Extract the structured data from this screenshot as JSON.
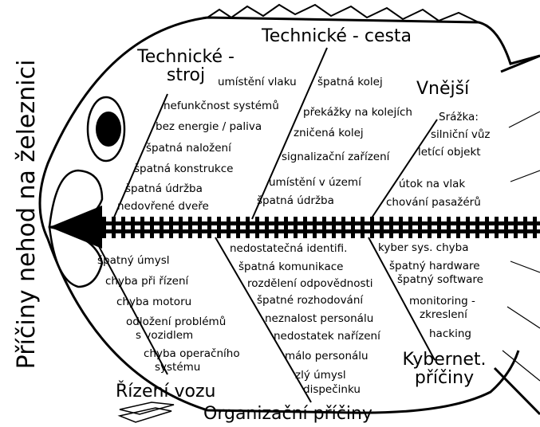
{
  "title": "Příčiny nehod na železnici",
  "categories": {
    "technical_machine": {
      "label_line1": "Technické -",
      "label_line2": "stroj",
      "causes": [
        "nefunkčnost systémů",
        "bez energie / paliva",
        "špatná naložení",
        "špatná konstrukce",
        "špatná údržba",
        "nedovřené dveře"
      ]
    },
    "technical_track": {
      "label": "Technické - cesta",
      "causes": [
        "umístění vlaku",
        "špatná kolej",
        "překážky na kolejích",
        "zničená kolej",
        "signalizační zařízení",
        "umístění v území",
        "špatná údržba"
      ]
    },
    "external": {
      "label": "Vnější",
      "causes": [
        "Srážka:",
        "silniční vůz",
        "letící objekt",
        "útok na vlak",
        "chování pasažérů"
      ]
    },
    "vehicle_control": {
      "label": "Řízení vozu",
      "causes": [
        "špatný úmysl",
        "chyba při řízení",
        "chyba motoru",
        "odložení problémů",
        "s vozidlem",
        "chyba operačního",
        "systému"
      ]
    },
    "organizational": {
      "label": "Organizační příčiny",
      "causes": [
        "nedostatečná identifi.",
        "špatná komunikace",
        "rozdělení odpovědnosti",
        "špatné rozhodování",
        "neznalost personálu",
        "nedostatek nařízení",
        "málo personálu",
        "zlý úmysl",
        "dispečinku"
      ]
    },
    "cyber": {
      "label_line1": "Kybernet.",
      "label_line2": "příčiny",
      "causes": [
        "kyber sys. chyba",
        "špatný hardware",
        "špatný software",
        "monitoring -",
        "zkreslení",
        "hacking"
      ]
    }
  },
  "colors": {
    "ink": "#000000",
    "paper": "#ffffff"
  },
  "icons": {
    "head_arrow": "arrow-left-icon",
    "spine": "railway-track-icon",
    "fish": "fish-outline-icon"
  }
}
